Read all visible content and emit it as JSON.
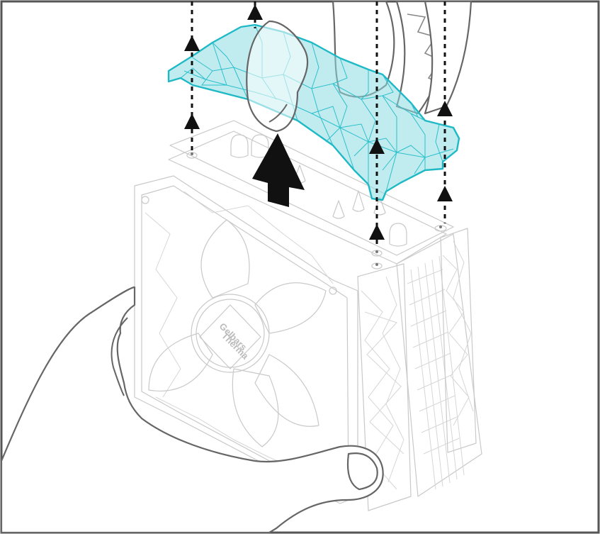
{
  "illustration": {
    "description_icon": "cooler-top-cover-removal",
    "colors": {
      "cover": "#1fb9c6",
      "arrows": "#111111",
      "outline": "#666666",
      "frame": "#555555"
    },
    "fan_logo_lines": [
      "Gelbars",
      "Therma"
    ]
  }
}
